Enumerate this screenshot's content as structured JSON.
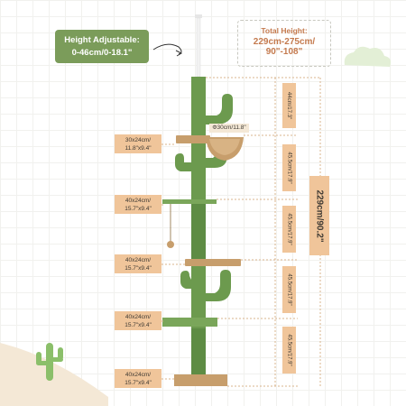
{
  "height_adjustable": {
    "line1": "Height Adjustable:",
    "line2": "0-46cm/0-18.1\""
  },
  "total_height": {
    "label": "Total Height:",
    "line1": "229cm-275cm/",
    "line2": "90\"-108\""
  },
  "platform_labels": [
    {
      "line1": "30x24cm/",
      "line2": "11.8\"x9.4\""
    },
    {
      "line1": "40x24cm/",
      "line2": "15.7\"x9.4\""
    },
    {
      "line1": "40x24cm/",
      "line2": "15.7\"x9.4\""
    },
    {
      "line1": "40x24cm/",
      "line2": "15.7\"x9.4\""
    },
    {
      "line1": "40x24cm/",
      "line2": "15.7\"x9.4\""
    }
  ],
  "diameter_label": "Φ30cm/11.8\"",
  "segment_labels": [
    "44cm/17.3\"",
    "45.5cm/17.9\"",
    "45.5cm/17.9\"",
    "45.5cm/17.9\"",
    "45.5cm/17.9\""
  ],
  "total_label": "229cm/90.2\"",
  "colors": {
    "green": "#6c9a4e",
    "accent": "#c47a4e",
    "label_bg": "#f0c59a",
    "callout_green": "#7b9c5a"
  }
}
